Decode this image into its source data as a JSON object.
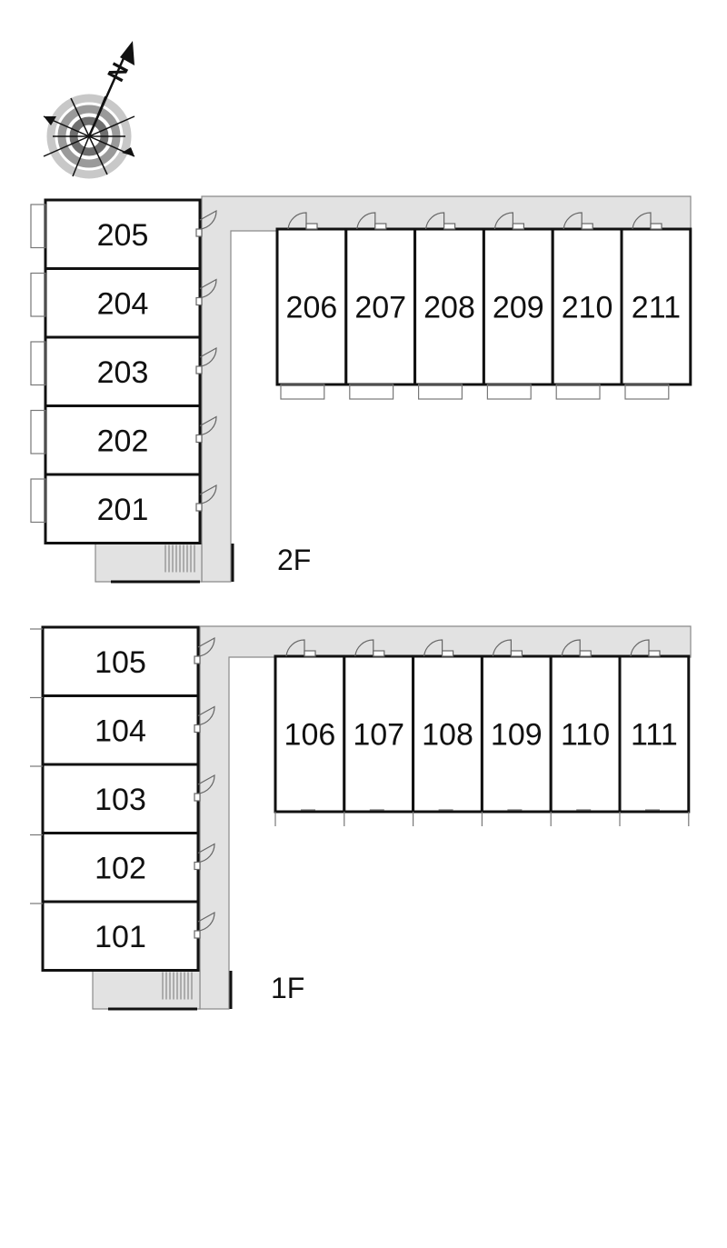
{
  "compass": {
    "label": "N"
  },
  "floors": [
    {
      "label": "2F",
      "west_units": [
        "205",
        "204",
        "203",
        "202",
        "201"
      ],
      "north_units": [
        "206",
        "207",
        "208",
        "209",
        "210",
        "211"
      ]
    },
    {
      "label": "1F",
      "west_units": [
        "105",
        "104",
        "103",
        "102",
        "101"
      ],
      "north_units": [
        "106",
        "107",
        "108",
        "109",
        "110",
        "111"
      ]
    }
  ]
}
